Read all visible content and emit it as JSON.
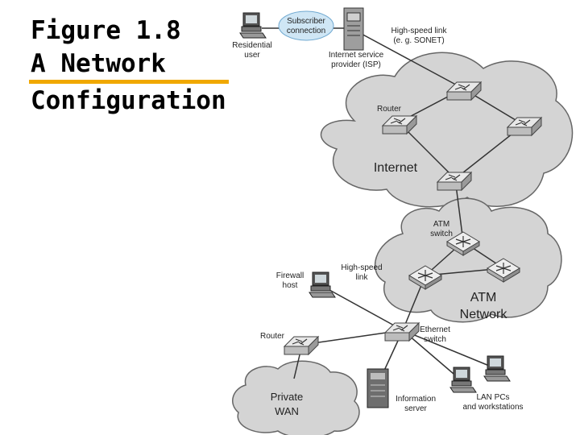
{
  "slide": {
    "title_line1": "Figure 1.8",
    "title_line2": "A Network",
    "title_line3": "Configuration",
    "underline_color": "#f0a800"
  },
  "diagram": {
    "cloud_color": "#d4d4d4",
    "cloud_stroke": "#666666",
    "labels": {
      "subscriber_1": "Subscriber",
      "subscriber_2": "connection",
      "residential_1": "Residential",
      "residential_2": "user",
      "hslink_top_1": "High-speed link",
      "hslink_top_2": "(e. g. SONET)",
      "isp_1": "Internet service",
      "isp_2": "provider (ISP)",
      "router_internet": "Router",
      "internet": "Internet",
      "atm_switch_1": "ATM",
      "atm_switch_2": "switch",
      "firewall_1": "Firewall",
      "firewall_2": "host",
      "hslink_mid_1": "High-speed",
      "hslink_mid_2": "link",
      "atm_net_1": "ATM",
      "atm_net_2": "Network",
      "ethernet_1": "Ethernet",
      "ethernet_2": "switch",
      "router_wan": "Router",
      "wan_1": "Private",
      "wan_2": "WAN",
      "info_1": "Information",
      "info_2": "server",
      "lan_1": "LAN PCs",
      "lan_2": "and workstations"
    }
  }
}
